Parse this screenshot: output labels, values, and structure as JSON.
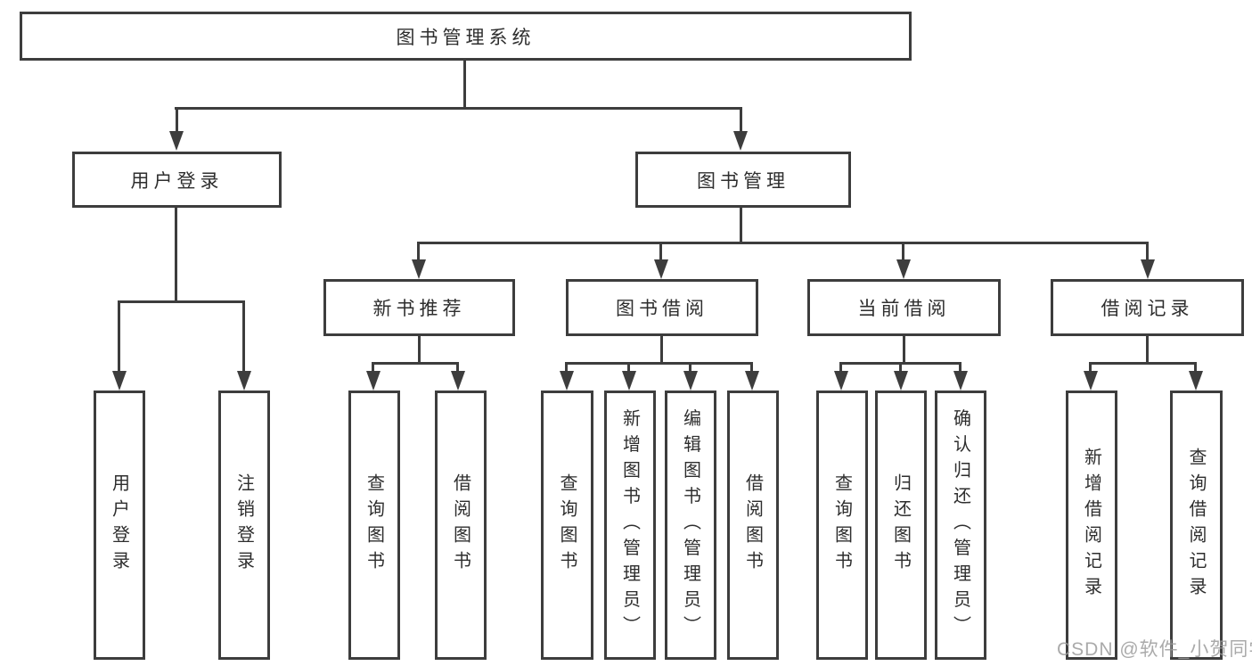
{
  "diagram": {
    "root": {
      "label": "图书管理系统"
    },
    "level2": [
      {
        "label": "用户登录"
      },
      {
        "label": "图书管理"
      }
    ],
    "level3": [
      {
        "label": "新书推荐"
      },
      {
        "label": "图书借阅"
      },
      {
        "label": "当前借阅"
      },
      {
        "label": "借阅记录"
      }
    ],
    "leaves": [
      {
        "label": "用户登录"
      },
      {
        "label": "注销登录"
      },
      {
        "label": "查询图书"
      },
      {
        "label": "借阅图书"
      },
      {
        "label": "查询图书"
      },
      {
        "label": "新增图书（管理员）"
      },
      {
        "label": "编辑图书（管理员）"
      },
      {
        "label": "借阅图书"
      },
      {
        "label": "查询图书"
      },
      {
        "label": "归还图书"
      },
      {
        "label": "确认归还（管理员）"
      },
      {
        "label": "新增借阅记录"
      },
      {
        "label": "查询借阅记录"
      }
    ]
  },
  "watermark": {
    "text": "CSDN @软件_小贺同学"
  },
  "colors": {
    "line": "#3d3d3d",
    "text": "#2e2e2e",
    "watermark": "#9c9c9c",
    "background": "#ffffff"
  }
}
